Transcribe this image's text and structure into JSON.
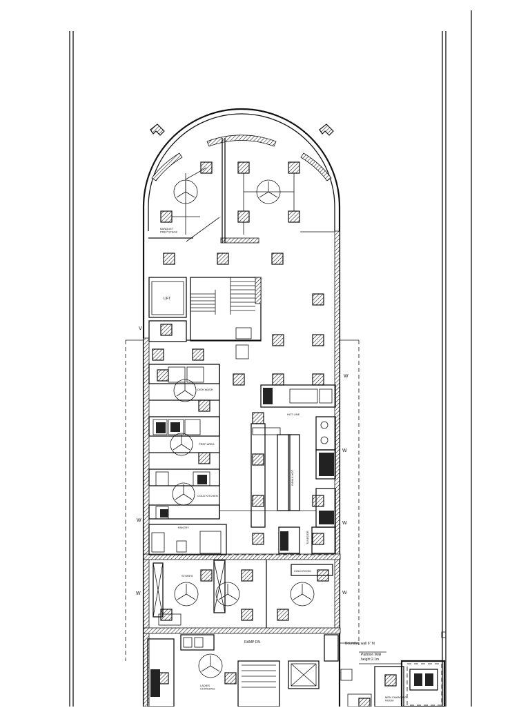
{
  "labels": {
    "banquet_prep": "BANQUET\nPREP STAGE",
    "lift": "LIFT",
    "stores": "STORES",
    "ramp_dn": "RAMP DN",
    "boundary_wall": "Boundary wall 6\" ht",
    "partition_wall_1": "Partition Wall",
    "partition_wall_2": "height 2.1m",
    "cold_room": "COLD ROOM",
    "hot_line": "HOT LINE",
    "prep_area": "PREP AREA",
    "dish_wash": "DISH WASH",
    "pantry": "PANTRY",
    "cold_kitchen": "COLD KITCHEN",
    "indian_hot": "INDIAN HOT",
    "tandoor": "TANDOOR",
    "mens_changing": "MEN CHANGING\nROOM",
    "ladies_changing": "LADIES\nCHANGING",
    "w": "W",
    "v": "V"
  }
}
